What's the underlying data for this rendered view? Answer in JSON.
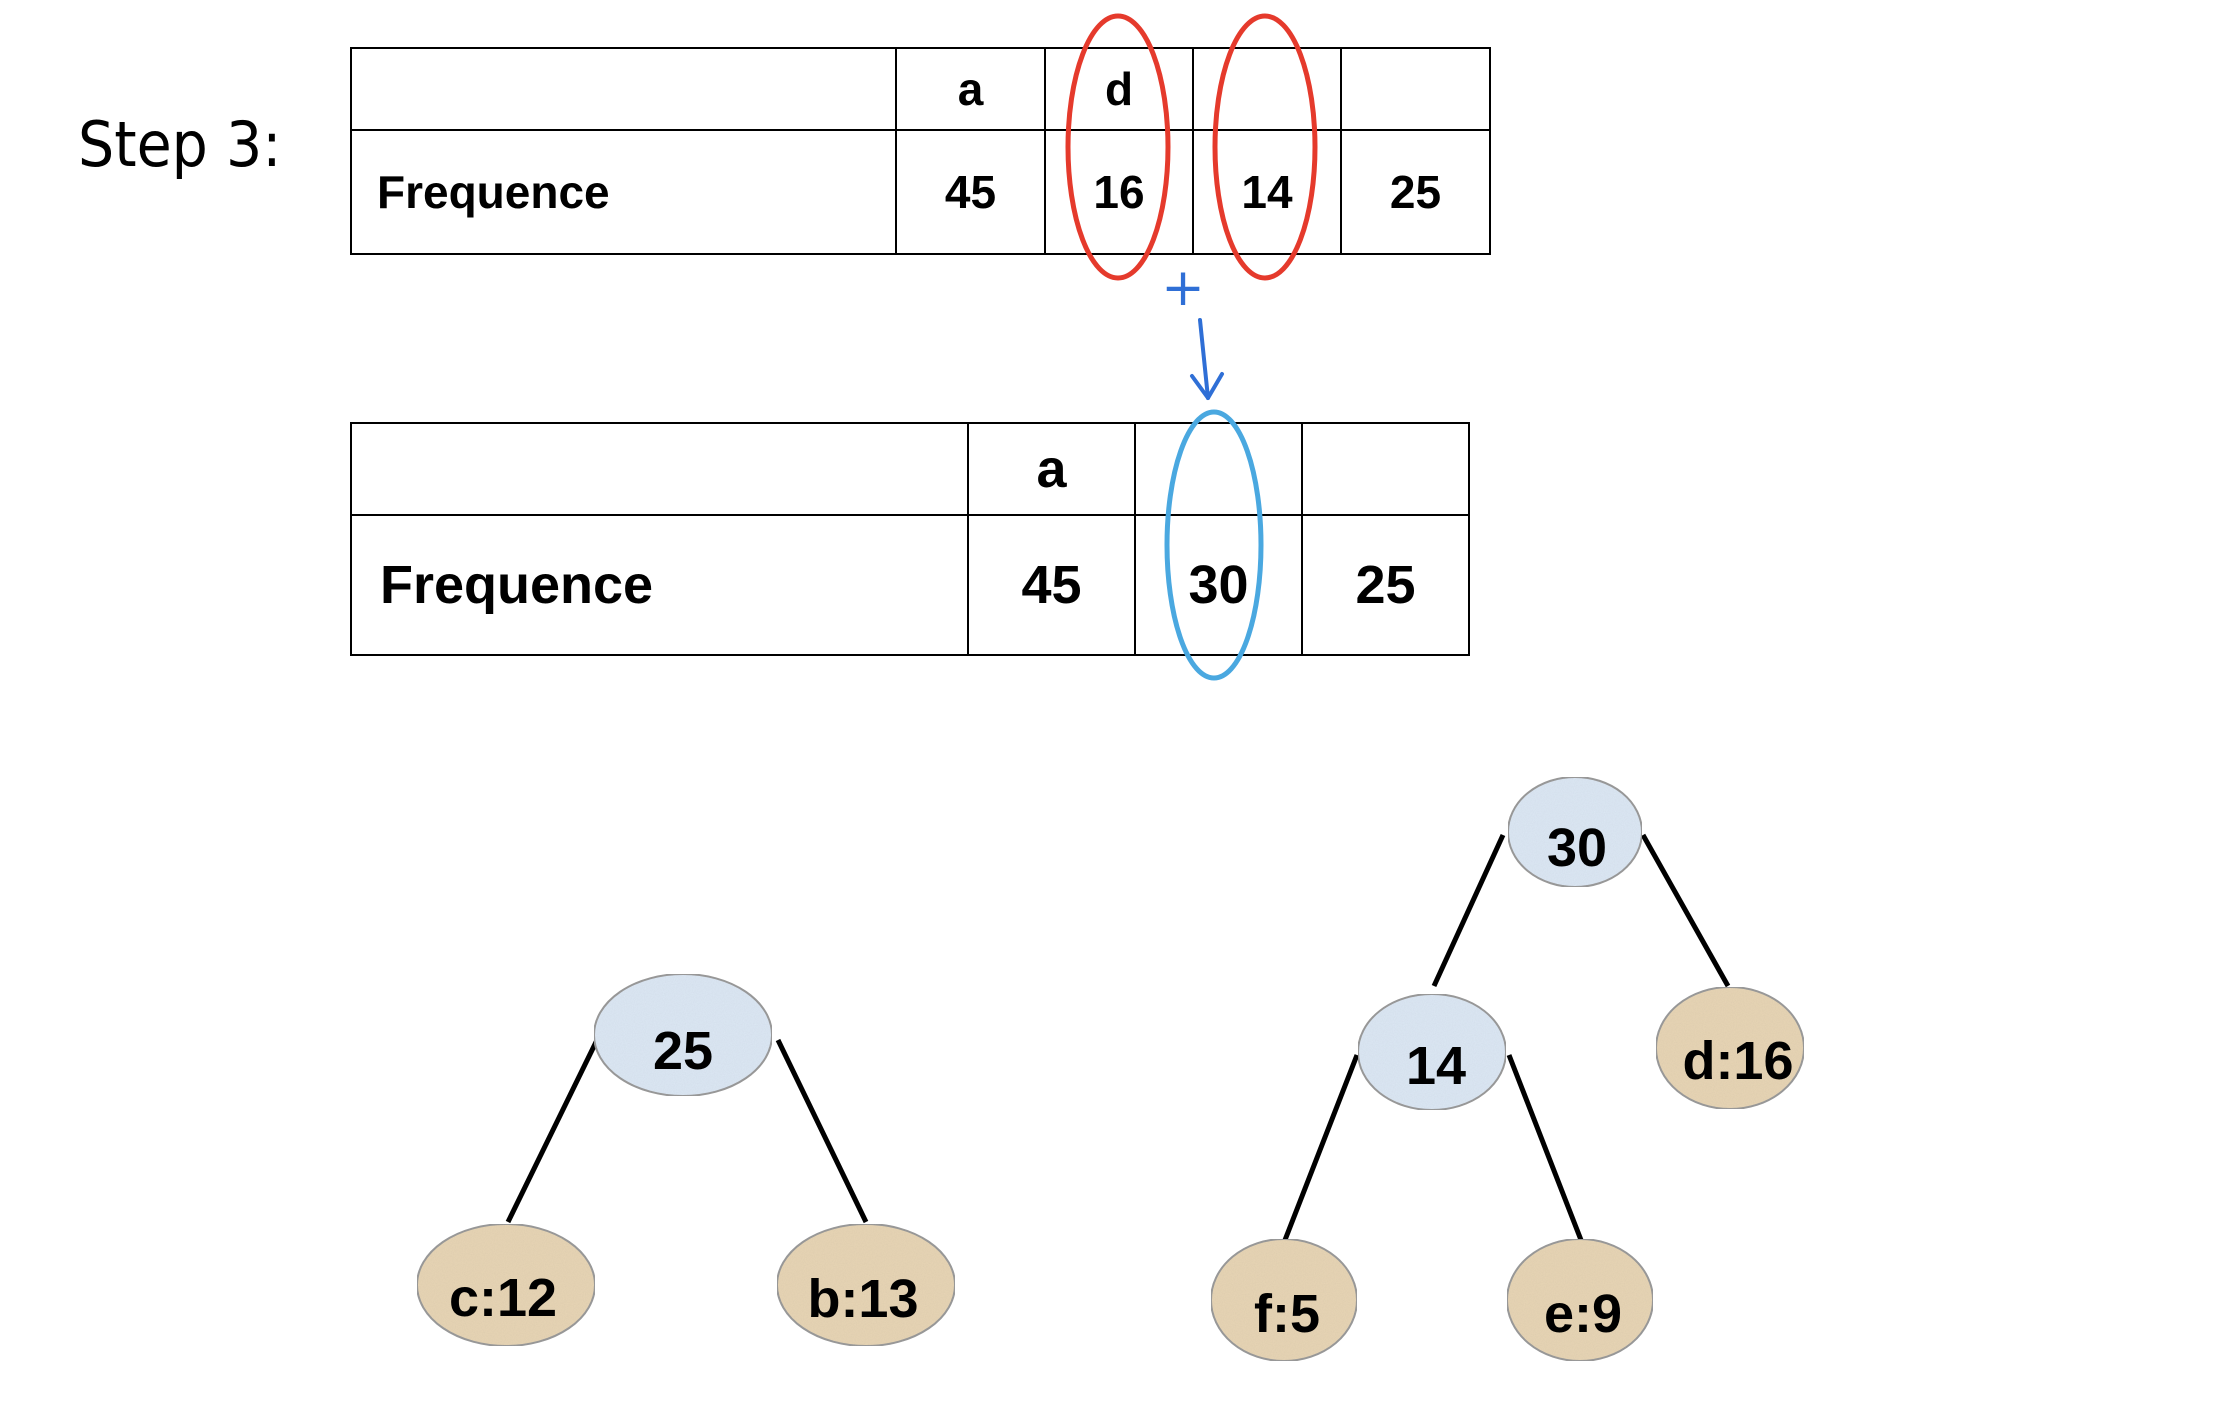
{
  "step_label": "Step 3:",
  "table_before": {
    "row_label": "Frequence",
    "headers": [
      "a",
      "d",
      "",
      ""
    ],
    "values": [
      "45",
      "16",
      "14",
      "25"
    ],
    "highlighted_columns": [
      "d",
      "14"
    ]
  },
  "merge_symbol": "+",
  "table_after": {
    "row_label": "Frequence",
    "headers": [
      "a",
      "",
      ""
    ],
    "values": [
      "45",
      "30",
      "25"
    ],
    "highlighted_column": "30"
  },
  "tree_left": {
    "root": "25",
    "left_leaf": "c:12",
    "right_leaf": "b:13"
  },
  "tree_right": {
    "root": "30",
    "internal": "14",
    "leaf_d": "d:16",
    "leaf_f": "f:5",
    "leaf_e": "e:9"
  },
  "colors": {
    "red_circle": "#e53a2c",
    "blue_circle": "#4aa8e0",
    "arrow": "#2f6fd6",
    "internal_node": "#dde8f5",
    "leaf_node": "#e8d6b6",
    "node_border": "#9b9b9b"
  }
}
